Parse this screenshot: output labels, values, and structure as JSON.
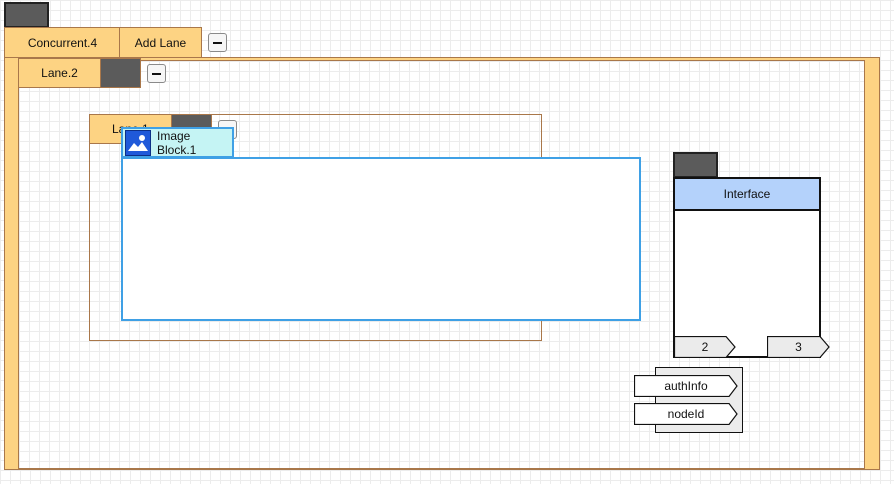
{
  "concurrent": {
    "tab_label": "Concurrent.4",
    "add_lane_label": "Add Lane"
  },
  "lane2": {
    "tab_label": "Lane.2"
  },
  "lane1": {
    "tab_label": "Lane.1"
  },
  "image_block": {
    "label": "Image Block.1",
    "icon": "image-icon"
  },
  "interface": {
    "title": "Interface",
    "ports": [
      "2",
      "3"
    ]
  },
  "inputs": [
    "authInfo",
    "nodeId"
  ],
  "colors": {
    "tab_fill": "#fdd383",
    "lane_border": "#a9774a",
    "image_block_border": "#3fa0e5",
    "image_label_fill": "#c5f4f4",
    "interface_header": "#b4d2fb",
    "handle": "#5b5b5b"
  }
}
